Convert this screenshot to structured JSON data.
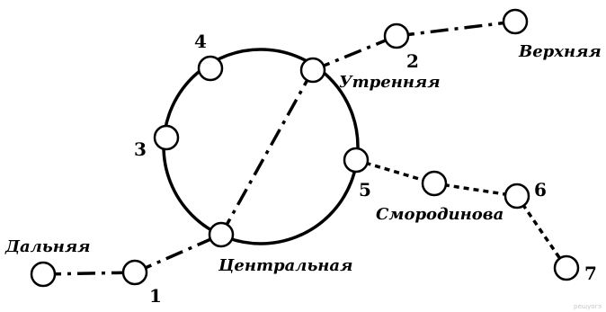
{
  "diagram": {
    "stations": {
      "dalnyaya": "Дальняя",
      "tsentralnaya": "Центральная",
      "utrennyaya": "Утренняя",
      "verkhnyaya": "Верхняя",
      "smorodinova": "Смородинова"
    },
    "numbers": {
      "n1": "1",
      "n2": "2",
      "n3": "3",
      "n4": "4",
      "n5": "5",
      "n6": "6",
      "n7": "7"
    },
    "watermark": "решуогэ"
  },
  "colors": {
    "line": "#000000",
    "background": "#ffffff"
  }
}
